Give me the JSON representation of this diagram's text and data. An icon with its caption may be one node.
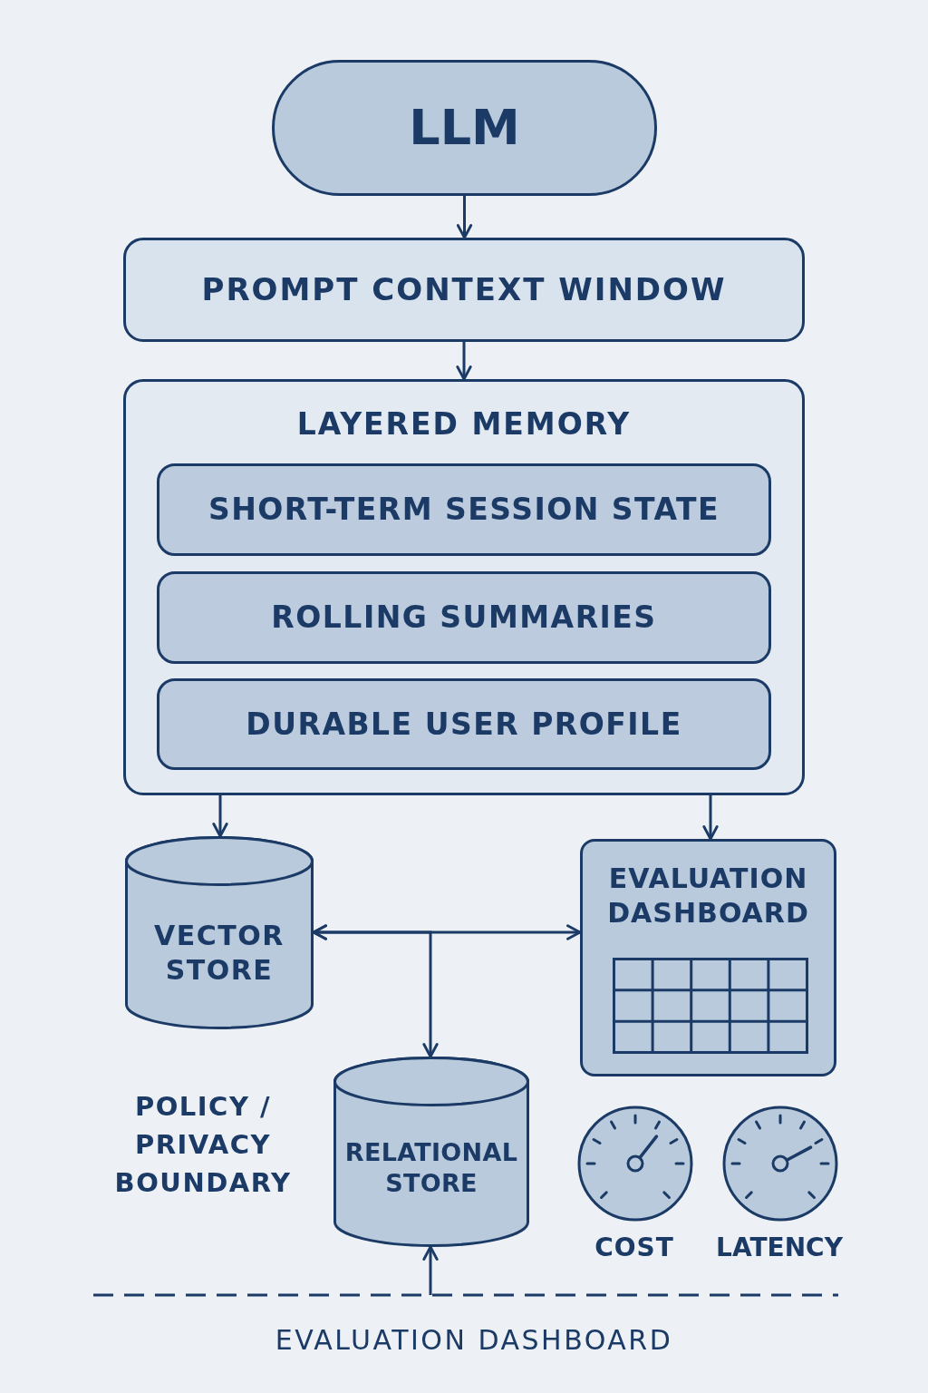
{
  "diagram": {
    "nodes": [
      {
        "text": [
          "LLM"
        ]
      },
      {
        "text": [
          "PROMPT CONTEXT WINDOW"
        ]
      },
      {
        "text": [
          "LAYERED MEMORY"
        ]
      },
      {
        "text": [
          "SHORT-TERM SESSION STATE"
        ],
        "in": 2
      },
      {
        "text": [
          "ROLLING SUMMARIES"
        ],
        "in": 2
      },
      {
        "text": [
          "DURABLE USER PROFILE"
        ],
        "in": 2
      },
      {
        "text": [
          "VECTOR STORE"
        ]
      },
      {
        "text": [
          "EVALUATION DASHBOARD"
        ]
      },
      {
        "text": [
          "RELATIONAL STORE"
        ]
      }
    ],
    "edges": [
      {
        "from": 0,
        "to": 1,
        "arrow": "to"
      },
      {
        "from": 1,
        "to": 2,
        "arrow": "to"
      },
      {
        "from": 2,
        "to": 6,
        "arrow": "to"
      },
      {
        "from": 2,
        "to": 7,
        "arrow": "to"
      },
      {
        "from": 6,
        "to": 7,
        "arrow": "both"
      },
      {
        "from": 6,
        "to": 8,
        "arrow": "both"
      },
      {
        "from": null,
        "to": 8,
        "arrow": "to"
      }
    ],
    "labels": [
      "POLICY / PRIVACY BOUNDARY",
      "COST",
      "LATENCY",
      "EVALUATION DASHBOARD"
    ]
  }
}
